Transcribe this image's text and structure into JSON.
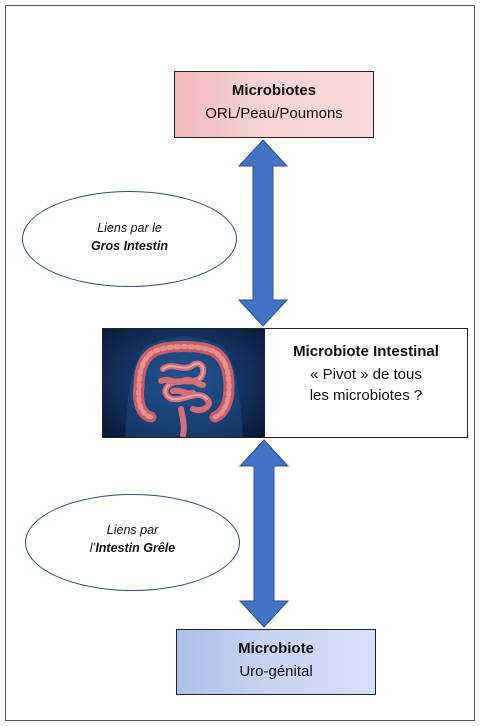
{
  "top_box": {
    "title": "Microbiotes",
    "subtitle": "ORL/Peau/Poumons"
  },
  "middle_box": {
    "title": "Microbiote Intestinal",
    "line1": "« Pivot » de tous",
    "line2": "les microbiotes ?"
  },
  "bottom_box": {
    "title": "Microbiote",
    "subtitle": "Uro-génital"
  },
  "ellipse_top": {
    "line1": "Liens par le",
    "line2": "Gros Intestin"
  },
  "ellipse_bottom": {
    "line1": "Liens par",
    "line2_prefix": "l’",
    "line2": "Intestin Grêle"
  },
  "colors": {
    "arrow": "#4472c4",
    "arrow_outline": "#2f528f",
    "top_box": "#f4b9bb",
    "bottom_box": "#b4c6ec",
    "intestine_bg": "#0f2a55",
    "intestine": "#d9757a"
  }
}
